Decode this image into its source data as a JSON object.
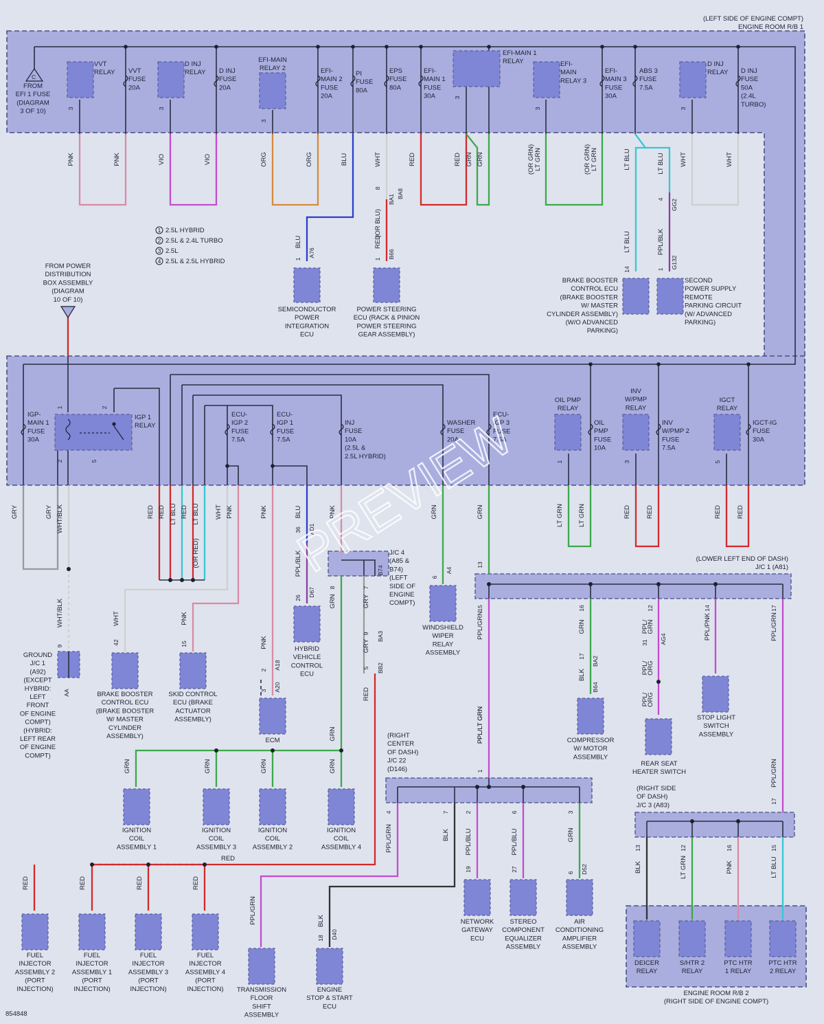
{
  "diagram_id": "854848",
  "watermark": "PREVIEW",
  "colors": {
    "background": "#dfe3ee",
    "panel": "#a9aedf",
    "component": "#7f86d6",
    "pnk": "#d98aa5",
    "vio": "#c24ccf",
    "org": "#d58a3a",
    "blu": "#2b3fc9",
    "wht": "#cfcfcf",
    "red": "#d22a2a",
    "grn": "#3da84a",
    "gry": "#9a9a9a",
    "blk": "#333333",
    "ltblu": "#35c8d2",
    "ppublk": "#8a3fa0"
  },
  "titles": {
    "top_right_1": "(LEFT SIDE OF ENGINE COMPT)",
    "top_right_2": "ENGINE ROOM R/B 1",
    "lower_left_end_of_dash": "(LOWER LEFT END OF DASH)",
    "jc1": "J/C 1 (A81)",
    "engine_room_rb2_1": "ENGINE ROOM R/B 2",
    "engine_room_rb2_2": "(RIGHT SIDE OF ENGINE COMPT)"
  },
  "legend": [
    {
      "num": "1",
      "text": "2.5L HYBRID"
    },
    {
      "num": "2",
      "text": "2.5L & 2.4L TURBO"
    },
    {
      "num": "3",
      "text": "2.5L"
    },
    {
      "num": "4",
      "text": "2.5L & 2.5L HYBRID"
    }
  ],
  "top_panel": {
    "from_efi": [
      "FROM",
      "EFI 1 FUSE",
      "(DIAGRAM",
      "3 OF 10)"
    ],
    "from_efi_connector": "C",
    "vvt_relay": [
      "VVT",
      "RELAY"
    ],
    "vvt_fuse": [
      "VVT",
      "FUSE",
      "20A"
    ],
    "dinj_relay_1": [
      "D INJ",
      "RELAY"
    ],
    "dinj_fuse_1": [
      "D INJ",
      "FUSE",
      "20A"
    ],
    "efimain_relay2": [
      "EFI-MAIN",
      "RELAY 2"
    ],
    "efimain2_fuse": [
      "EFI-",
      "MAIN 2",
      "FUSE",
      "20A"
    ],
    "pi_fuse": [
      "PI",
      "FUSE",
      "80A"
    ],
    "eps_fuse": [
      "EPS",
      "FUSE",
      "80A"
    ],
    "efimain1_fuse": [
      "EFI-",
      "MAIN 1",
      "FUSE",
      "30A"
    ],
    "efimain1_relay": [
      "EFI-MAIN 1",
      "RELAY"
    ],
    "efimain_relay3": [
      "EFI-",
      "MAIN",
      "RELAY 3"
    ],
    "efimain3_fuse": [
      "EFI-",
      "MAIN 3",
      "FUSE",
      "30A"
    ],
    "abs3_fuse": [
      "ABS 3",
      "FUSE",
      "7.5A"
    ],
    "dinj_relay_2": [
      "D INJ",
      "RELAY"
    ],
    "dinj_fuse_2": [
      "D INJ",
      "FUSE",
      "50A",
      "(2.4L",
      "TURBO)"
    ]
  },
  "top_wires": [
    "PNK",
    "PNK",
    "VIO",
    "VIO",
    "ORG",
    "ORG",
    "BLU",
    "WHT",
    "RED",
    "RED",
    "GRN",
    "GRN",
    "(OR GRN)",
    "LT GRN",
    "(OR GRN)",
    "LT GRN",
    "LT BLU",
    "LT BLU",
    "WHT",
    "WHT",
    "(OR BLU)",
    "PPL/BLK"
  ],
  "top_components": {
    "semiconductor": [
      "SEMICONDUCTOR",
      "POWER",
      "INTEGRATION",
      "ECU"
    ],
    "power_steering": [
      "POWER STEERING",
      "ECU (RACK & PINION",
      "POWER STEERING",
      "GEAR ASSEMBLY)"
    ],
    "brake_booster_top": [
      "BRAKE BOOSTER",
      "CONTROL ECU",
      "(BRAKE BOOSTER",
      "W/ MASTER",
      "CYLINDER ASSEMBLY)",
      "(W/O ADVANCED",
      "PARKING)"
    ],
    "second_power": [
      "SECOND",
      "POWER SUPPLY",
      "REMOTE",
      "PARKING CIRCUIT",
      "(W/ ADVANCED",
      "PARKING)"
    ],
    "from_power_dist": [
      "FROM POWER",
      "DISTRIBUTION",
      "BOX ASSEMBLY",
      "(DIAGRAM",
      "10 OF 10)"
    ]
  },
  "connectors": [
    "A76",
    "B66",
    "BA1",
    "BA8",
    "GG2",
    "G132",
    "AD1",
    "D67",
    "A4",
    "B74",
    "BA3",
    "BB2",
    "A18",
    "A20",
    "AG4",
    "BA2",
    "B64",
    "D52",
    "D40",
    "AA"
  ],
  "pins": [
    "3",
    "3",
    "3",
    "3",
    "3",
    "3",
    "5",
    "1",
    "1",
    "8",
    "14",
    "1",
    "4",
    "1",
    "2",
    "5",
    "2",
    "1",
    "3",
    "5",
    "3",
    "36",
    "26",
    "8",
    "7",
    "6",
    "9",
    "5",
    "13",
    "15",
    "16",
    "17",
    "12",
    "31",
    "14",
    "17",
    "42",
    "15",
    "9",
    "2",
    "3",
    "1",
    "4",
    "7",
    "2",
    "6",
    "3",
    "19",
    "27",
    "6",
    "18",
    "13",
    "12",
    "16",
    "15",
    "17",
    "1",
    "1",
    "1",
    "1",
    "1",
    "1",
    "1",
    "1",
    "1",
    "1"
  ],
  "middle_panel": {
    "igp_main1_fuse": [
      "IGP-",
      "MAIN 1",
      "FUSE",
      "30A"
    ],
    "igp1_relay": [
      "IGP 1",
      "RELAY"
    ],
    "ecu_igp2_fuse": [
      "ECU-",
      "IGP 2",
      "FUSE",
      "7.5A"
    ],
    "ecu_igp1_fuse": [
      "ECU-",
      "IGP 1",
      "FUSE",
      "7.5A"
    ],
    "inj_fuse": [
      "INJ",
      "FUSE",
      "10A",
      "(2.5L &",
      "2.5L HYBRID)"
    ],
    "washer_fuse": [
      "WASHER",
      "FUSE",
      "20A"
    ],
    "ecu_igp3_fuse": [
      "ECU-",
      "IGP 3",
      "FUSE",
      "7.5A"
    ],
    "oil_pmp_relay": [
      "OIL PMP",
      "RELAY"
    ],
    "oil_pmp_fuse": [
      "OIL",
      "PMP",
      "FUSE",
      "10A"
    ],
    "inv_wpmp_relay": [
      "INV",
      "W/PMP",
      "RELAY"
    ],
    "inv_wpmp2_fuse": [
      "INV",
      "W/PMP 2",
      "FUSE",
      "7.5A"
    ],
    "igct_relay": [
      "IGCT",
      "RELAY"
    ],
    "igct_ig_fuse": [
      "IGCT-IG",
      "FUSE",
      "30A"
    ]
  },
  "middle_wires": [
    "GRY",
    "GRY",
    "WHT/BLK",
    "RED",
    "RED",
    "LT BLU",
    "RED",
    "LT BLU",
    "(OR RED)",
    "WHT",
    "PNK",
    "PNK",
    "BLU",
    "PNK",
    "GRN",
    "GRN",
    "LT GRN",
    "LT GRN",
    "RED",
    "RED",
    "RED",
    "RED"
  ],
  "lower_wires": [
    "WHT/BLK",
    "WHT",
    "PNK",
    "PPL/BLK",
    "GRN",
    "GRY",
    "GRY",
    "PNK",
    "RED",
    "GRN",
    "PPL/GRN",
    "PPL/LT GRN",
    "GRN",
    "BLK",
    "PPL/",
    "GRN",
    "PPL/",
    "ORG",
    "PPL/",
    "ORG",
    "PPL/PNK",
    "PPL/GRN",
    "PPL/GRN",
    "GRN",
    "GRN",
    "GRN",
    "GRN",
    "RED",
    "RED",
    "RED",
    "RED",
    "RED",
    "PPL/GRN",
    "BLK",
    "PPL/BLU",
    "PPL/BLU",
    "GRN",
    "PPL/GRN",
    "BLK",
    "BLK",
    "LT GRN",
    "PNK",
    "LT BLU"
  ],
  "lower_components": {
    "ground_jc1": [
      "GROUND",
      "J/C 1",
      "(A92)",
      "(EXCEPT",
      "HYBRID:",
      "LEFT",
      "FRONT",
      "OF ENGINE",
      "COMPT)",
      "(HYBRID:",
      "LEFT REAR",
      "OF ENGINE",
      "COMPT)"
    ],
    "brake_booster": [
      "BRAKE BOOSTER",
      "CONTROL ECU",
      "(BRAKE BOOSTER",
      "W/ MASTER",
      "CYLINDER",
      "ASSEMBLY)"
    ],
    "skid": [
      "SKID CONTROL",
      "ECU (BRAKE",
      "ACTUATOR",
      "ASSEMBLY)"
    ],
    "hybrid_vehicle": [
      "HYBRID",
      "VEHICLE",
      "CONTROL",
      "ECU"
    ],
    "jc4": [
      "J/C 4",
      "(A85 &",
      "B74)",
      "(LEFT",
      "SIDE OF",
      "ENGINE",
      "COMPT)"
    ],
    "windshield": [
      "WINDSHIELD",
      "WIPER",
      "RELAY",
      "ASSEMBLY"
    ],
    "ecm": [
      "ECM"
    ],
    "compressor": [
      "COMPRESSOR",
      "W/ MOTOR",
      "ASSEMBLY"
    ],
    "rear_seat": [
      "REAR SEAT",
      "HEATER SWITCH"
    ],
    "stop_light": [
      "STOP LIGHT",
      "SWITCH",
      "ASSEMBLY"
    ],
    "right_center": [
      "(RIGHT",
      "CENTER",
      "OF DASH)",
      "J/C 22",
      "(D146)"
    ],
    "right_side": [
      "(RIGHT SIDE",
      "OF DASH)",
      "J/C 3 (A83)"
    ],
    "coil1": [
      "IGNITION",
      "COIL",
      "ASSEMBLY 1"
    ],
    "coil3": [
      "IGNITION",
      "COIL",
      "ASSEMBLY 3"
    ],
    "coil2": [
      "IGNITION",
      "COIL",
      "ASSEMBLY 2"
    ],
    "coil4": [
      "IGNITION",
      "COIL",
      "ASSEMBLY 4"
    ],
    "inj2": [
      "FUEL",
      "INJECTOR",
      "ASSEMBLY 2",
      "(PORT",
      "INJECTION)"
    ],
    "inj1": [
      "FUEL",
      "INJECTOR",
      "ASSEMBLY 1",
      "(PORT",
      "INJECTION)"
    ],
    "inj3": [
      "FUEL",
      "INJECTOR",
      "ASSEMBLY 3",
      "(PORT",
      "INJECTION)"
    ],
    "inj4": [
      "FUEL",
      "INJECTOR",
      "ASSEMBLY 4",
      "(PORT",
      "INJECTION)"
    ],
    "trans": [
      "TRANSMISSION",
      "FLOOR",
      "SHIFT",
      "ASSEMBLY"
    ],
    "engine_ss": [
      "ENGINE",
      "STOP & START",
      "ECU"
    ],
    "network": [
      "NETWORK",
      "GATEWAY",
      "ECU"
    ],
    "stereo": [
      "STEREO",
      "COMPONENT",
      "EQUALIZER",
      "ASSEMBLY"
    ],
    "ac_amp": [
      "AIR",
      "CONDITIONING",
      "AMPLIFIER",
      "ASSEMBLY"
    ],
    "deicer": [
      "DEICER",
      "RELAY"
    ],
    "shtr2": [
      "S/HTR 2",
      "RELAY"
    ],
    "ptc1": [
      "PTC HTR",
      "1 RELAY"
    ],
    "ptc2": [
      "PTC HTR",
      "2 RELAY"
    ]
  }
}
